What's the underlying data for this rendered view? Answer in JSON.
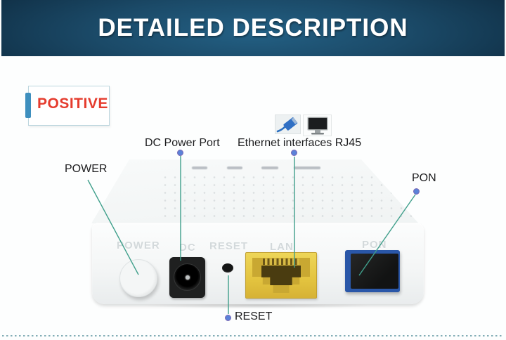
{
  "header": {
    "title": "DETAILED DESCRIPTION"
  },
  "section_badge": {
    "label": "POSITIVE"
  },
  "callouts": {
    "power": "POWER",
    "dc_power": "DC Power Port",
    "ethernet": "Ethernet interfaces RJ45",
    "pon": "PON",
    "reset": "RESET"
  },
  "device_panel_labels": {
    "power": "POWER",
    "dc": "DC",
    "reset": "RESET",
    "lan": "LAN",
    "pon": "PON"
  },
  "icons": {
    "ethernet_plug": "rj45-plug-icon",
    "monitor": "computer-monitor-icon"
  },
  "colors": {
    "banner_blue_dark": "#0e2b40",
    "banner_blue_mid": "#1b4a68",
    "accent_red": "#e53c2e",
    "badge_bar_blue": "#3e8fbe",
    "callout_line_teal": "#3f9f8b",
    "callout_dot_blue": "#5b82d8",
    "lan_port_yellow": "#e3c33f",
    "pon_port_blue": "#2a57a8"
  }
}
